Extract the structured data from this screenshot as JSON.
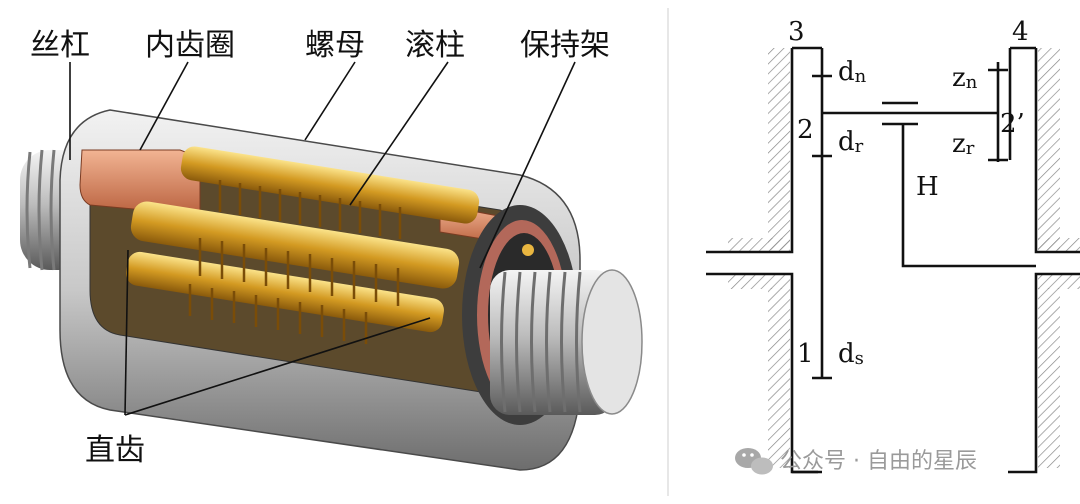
{
  "left_figure": {
    "labels": {
      "lead_screw": "丝杠",
      "ring_gear": "内齿圈",
      "nut": "螺母",
      "roller": "滚柱",
      "carrier": "保持架",
      "spur_teeth": "直齿"
    }
  },
  "right_figure": {
    "labels": {
      "n3": "3",
      "n4": "4",
      "dn": "d",
      "dn_sub": "n",
      "n2": "2",
      "dr": "d",
      "dr_sub": "r",
      "zn": "z",
      "zn_sub": "n",
      "zr": "z",
      "zr_sub": "r",
      "n2p": "2’",
      "H": "H",
      "n1": "1",
      "ds": "d",
      "ds_sub": "s"
    }
  },
  "watermark": "公众号 · 自由的星辰"
}
